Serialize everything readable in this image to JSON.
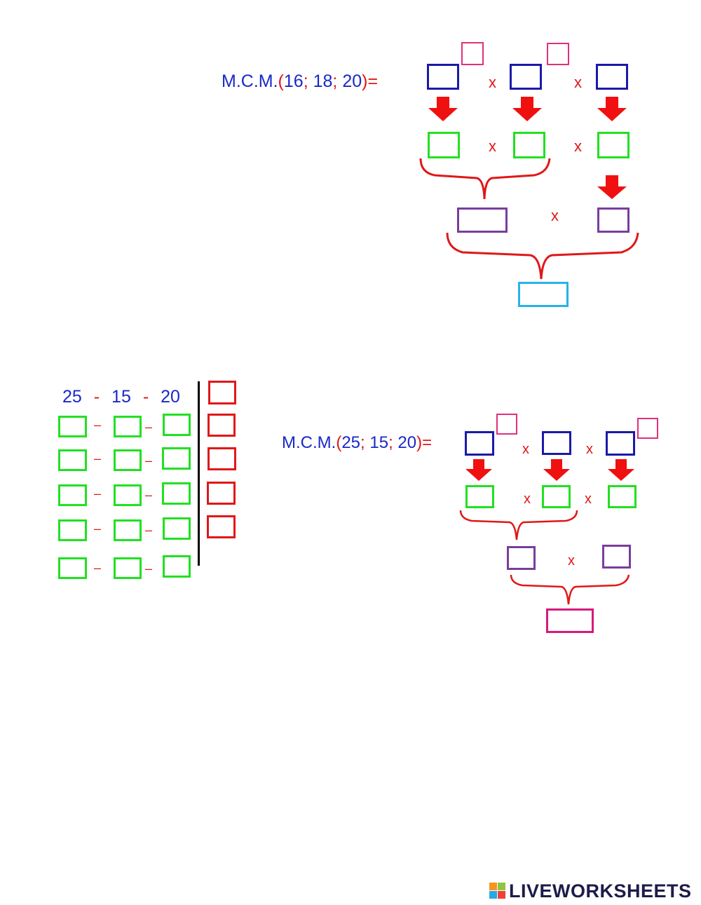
{
  "exercise1": {
    "prefix": "M.C.M.",
    "open_paren": "(",
    "arg1": "16",
    "sep1": "; ",
    "arg2": "18",
    "sep2": "; ",
    "arg3": "20",
    "close_eq": ")=",
    "times": "x"
  },
  "exercise2": {
    "prefix": "M.C.M.",
    "open_paren": "(",
    "arg1": "25",
    "sep1": "; ",
    "arg2": "15",
    "sep2": "; ",
    "arg3": "20",
    "close_eq": ")=",
    "times": "x"
  },
  "division_table": {
    "n1": "25",
    "n2": "15",
    "n3": "20",
    "dash": "-",
    "row_dash": "–"
  },
  "footer": {
    "brand": "LIVEWORKSHEETS",
    "logo_colors": [
      "#f7941d",
      "#8dc63f",
      "#27aae1",
      "#ef4136"
    ]
  }
}
